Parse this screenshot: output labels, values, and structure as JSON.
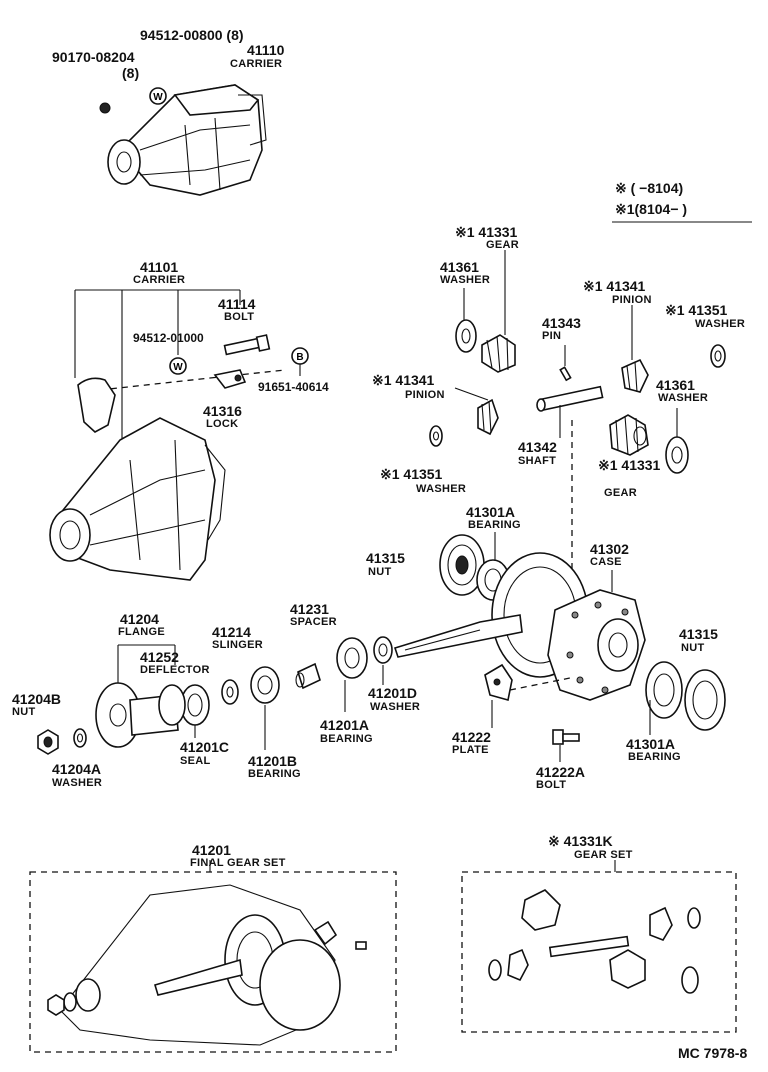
{
  "legend": {
    "row1": "※ (     −8104)",
    "row2": "※1(8104−     )"
  },
  "callouts": [
    {
      "id": "c1",
      "num": "94512-00800 (8)",
      "cap": ""
    },
    {
      "id": "c2",
      "num": "90170-08204",
      "cap": "(8)"
    },
    {
      "id": "c3",
      "num": "41110",
      "cap": "CARRIER"
    },
    {
      "id": "c4",
      "num": "41101",
      "cap": "CARRIER"
    },
    {
      "id": "c5",
      "num": "41114",
      "cap": "BOLT"
    },
    {
      "id": "c6",
      "num": "94512-01000",
      "cap": ""
    },
    {
      "id": "c7",
      "num": "91651-40614",
      "cap": ""
    },
    {
      "id": "c8",
      "num": "41316",
      "cap": "LOCK"
    },
    {
      "id": "c9",
      "num": "※1 41331",
      "cap": "GEAR"
    },
    {
      "id": "c10",
      "num": "41361",
      "cap": "WASHER"
    },
    {
      "id": "c11",
      "num": "※1 41341",
      "cap": "PINION"
    },
    {
      "id": "c12",
      "num": "41343",
      "cap": "PIN"
    },
    {
      "id": "c13",
      "num": "※1 41351",
      "cap": "WASHER"
    },
    {
      "id": "c14",
      "num": "※1 41341",
      "cap": "PINION"
    },
    {
      "id": "c15",
      "num": "41361",
      "cap": "WASHER"
    },
    {
      "id": "c16",
      "num": "41342",
      "cap": "SHAFT"
    },
    {
      "id": "c17",
      "num": "※1 41351",
      "cap": "WASHER"
    },
    {
      "id": "c18",
      "num": "※1 41331",
      "cap": "GEAR"
    },
    {
      "id": "c19",
      "num": "41301A",
      "cap": "BEARING"
    },
    {
      "id": "c20",
      "num": "41315",
      "cap": "NUT"
    },
    {
      "id": "c21",
      "num": "41302",
      "cap": "CASE"
    },
    {
      "id": "c22",
      "num": "41204",
      "cap": "FLANGE"
    },
    {
      "id": "c23",
      "num": "41214",
      "cap": "SLINGER"
    },
    {
      "id": "c24",
      "num": "41231",
      "cap": "SPACER"
    },
    {
      "id": "c25",
      "num": "41252",
      "cap": "DEFLECTOR"
    },
    {
      "id": "c26",
      "num": "41315",
      "cap": "NUT"
    },
    {
      "id": "c27",
      "num": "41201D",
      "cap": "WASHER"
    },
    {
      "id": "c28",
      "num": "41204B",
      "cap": "NUT"
    },
    {
      "id": "c29",
      "num": "41201C",
      "cap": "SEAL"
    },
    {
      "id": "c30",
      "num": "41201A",
      "cap": "BEARING"
    },
    {
      "id": "c31",
      "num": "41222",
      "cap": "PLATE"
    },
    {
      "id": "c32",
      "num": "41301A",
      "cap": "BEARING"
    },
    {
      "id": "c33",
      "num": "41201B",
      "cap": "BEARING"
    },
    {
      "id": "c34",
      "num": "41204A",
      "cap": "WASHER"
    },
    {
      "id": "c35",
      "num": "41222A",
      "cap": "BOLT"
    },
    {
      "id": "c36",
      "num": "41201",
      "cap": "FINAL GEAR SET"
    },
    {
      "id": "c37",
      "num": "※ 41331K",
      "cap": "GEAR SET"
    }
  ],
  "markers": {
    "w1": "W",
    "w2": "W",
    "b1": "B"
  },
  "footer": "MC  7978-8"
}
